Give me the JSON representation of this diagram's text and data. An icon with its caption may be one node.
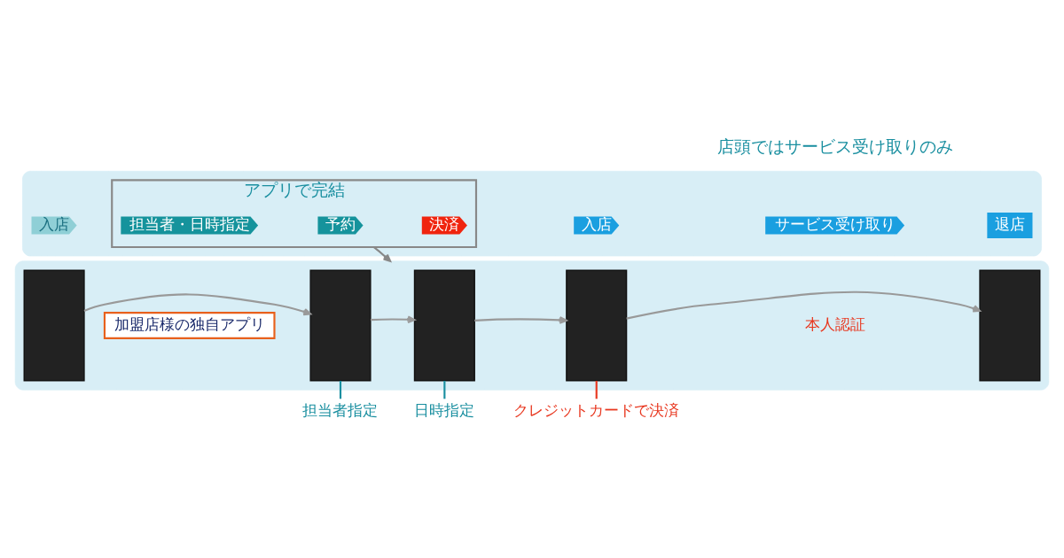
{
  "diagram": {
    "nodes": [
      {
        "text": [],
        "shape": "band"
      },
      {
        "text": [
          "入店"
        ],
        "in": 0
      },
      {
        "text": [
          "アプリで完結"
        ],
        "in": 0
      },
      {
        "text": [
          "担当者・日時指定"
        ],
        "in": 2
      },
      {
        "text": [
          "予約"
        ],
        "in": 2
      },
      {
        "text": [
          "決済"
        ],
        "in": 2
      },
      {
        "text": [
          "入店"
        ],
        "in": 0
      },
      {
        "text": [
          "サービス受け取り"
        ],
        "in": 0
      },
      {
        "text": [
          "退店"
        ],
        "in": 0
      },
      {
        "text": [],
        "shape": "band"
      },
      {
        "text": [],
        "shape": "box",
        "in": 9
      },
      {
        "text": [
          "加盟店様の独自アプリ"
        ],
        "in": 9
      },
      {
        "text": [],
        "shape": "box",
        "in": 9
      },
      {
        "text": [],
        "shape": "box",
        "in": 9
      },
      {
        "text": [],
        "shape": "box",
        "in": 9
      },
      {
        "text": [
          "本人認証"
        ],
        "in": 9
      },
      {
        "text": [],
        "shape": "box",
        "in": 9
      },
      {
        "text": [
          "担当者指定"
        ]
      },
      {
        "text": [
          "日時指定"
        ]
      },
      {
        "text": [
          "クレジットカードで決済"
        ]
      }
    ],
    "edges": [
      {
        "from": 2,
        "to": 9,
        "arrow": "to",
        "color": "#888888"
      },
      {
        "from": 10,
        "to": 12,
        "arrow": "to"
      },
      {
        "from": 12,
        "to": 13,
        "arrow": "to"
      },
      {
        "from": 13,
        "to": 14,
        "arrow": "to"
      },
      {
        "from": 14,
        "to": 16,
        "arrow": "to"
      },
      {
        "from": 17,
        "to": 12,
        "arrow": "none",
        "color": "#1a8fa0"
      },
      {
        "from": 18,
        "to": 13,
        "arrow": "none",
        "color": "#1a8fa0"
      },
      {
        "from": 19,
        "to": 14,
        "arrow": "none",
        "color": "#e83820"
      }
    ],
    "labels": [
      "店頭ではサービス受け取りのみ"
    ]
  }
}
